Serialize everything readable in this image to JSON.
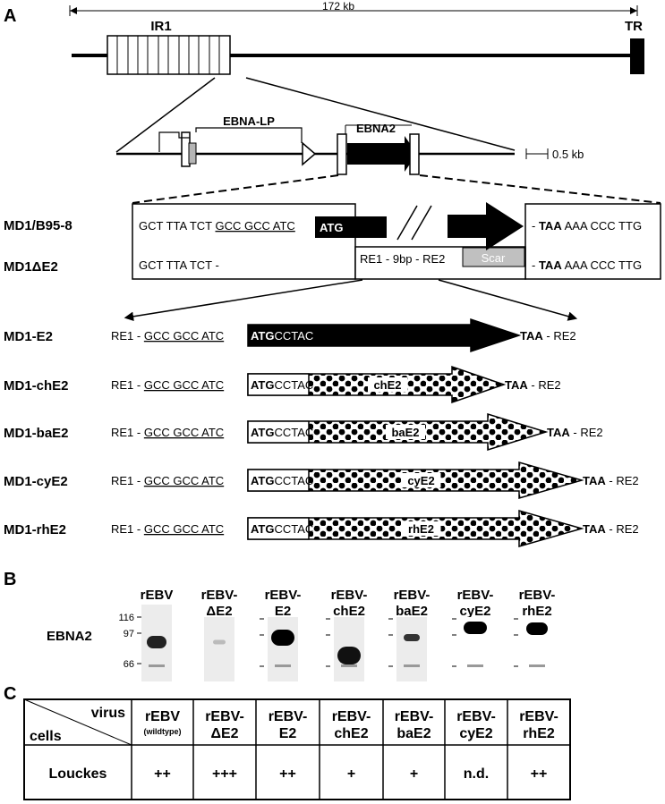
{
  "panels": {
    "a": "A",
    "b": "B",
    "c": "C"
  },
  "genome": {
    "size_label": "172 kb",
    "ir1_label": "IR1",
    "tr_label": "TR",
    "ebna_lp_label": "EBNA-LP",
    "ebna2_label": "EBNA2",
    "scale_label": "0.5 kb"
  },
  "constructs": {
    "md1_b95_label": "MD1/B95-8",
    "md1_de2_label": "MD1ΔE2",
    "b95_left_seq_plain": "GCT TTA TCT ",
    "b95_left_seq_underlined": "GCC GCC ATC",
    "atg": "ATG",
    "de2_left_seq": "GCT TTA TCT -",
    "de2_mid_seq": "RE1 - 9bp - RE2",
    "scar": "Scar",
    "right_seq_dash": "- ",
    "taa": "TAA",
    "right_seq_rest": " AAA CCC TTG"
  },
  "variants": {
    "re1_prefix": "RE1 - ",
    "kozak": "GCC GCC ATC",
    "atg": "ATG",
    "cctac": "CCTAC",
    "taa": "TAA",
    "re2_suffix": " - RE2",
    "items": [
      {
        "label": "MD1-E2",
        "gene": ""
      },
      {
        "label": "MD1-chE2",
        "gene": "chE2"
      },
      {
        "label": "MD1-baE2",
        "gene": "baE2"
      },
      {
        "label": "MD1-cyE2",
        "gene": "cyE2"
      },
      {
        "label": "MD1-rhE2",
        "gene": "rhE2"
      }
    ]
  },
  "blot": {
    "row_label": "EBNA2",
    "markers": [
      "116",
      "97",
      "66"
    ],
    "lanes": [
      [
        "rEBV",
        ""
      ],
      [
        "rEBV-",
        "ΔE2"
      ],
      [
        "rEBV-",
        "E2"
      ],
      [
        "rEBV-",
        "chE2"
      ],
      [
        "rEBV-",
        "baE2"
      ],
      [
        "rEBV-",
        "cyE2"
      ],
      [
        "rEBV-",
        "rhE2"
      ]
    ]
  },
  "table": {
    "header_virus": "virus",
    "header_cells": "cells",
    "columns": [
      {
        "l1": "rEBV",
        "l2": "(wildtype)"
      },
      {
        "l1": "rEBV-",
        "l2": "ΔE2"
      },
      {
        "l1": "rEBV-",
        "l2": "E2"
      },
      {
        "l1": "rEBV-",
        "l2": "chE2"
      },
      {
        "l1": "rEBV-",
        "l2": "baE2"
      },
      {
        "l1": "rEBV-",
        "l2": "cyE2"
      },
      {
        "l1": "rEBV-",
        "l2": "rhE2"
      }
    ],
    "row_label": "Louckes",
    "values": [
      "++",
      "+++",
      "++",
      "+",
      "+",
      "n.d.",
      "++"
    ]
  }
}
